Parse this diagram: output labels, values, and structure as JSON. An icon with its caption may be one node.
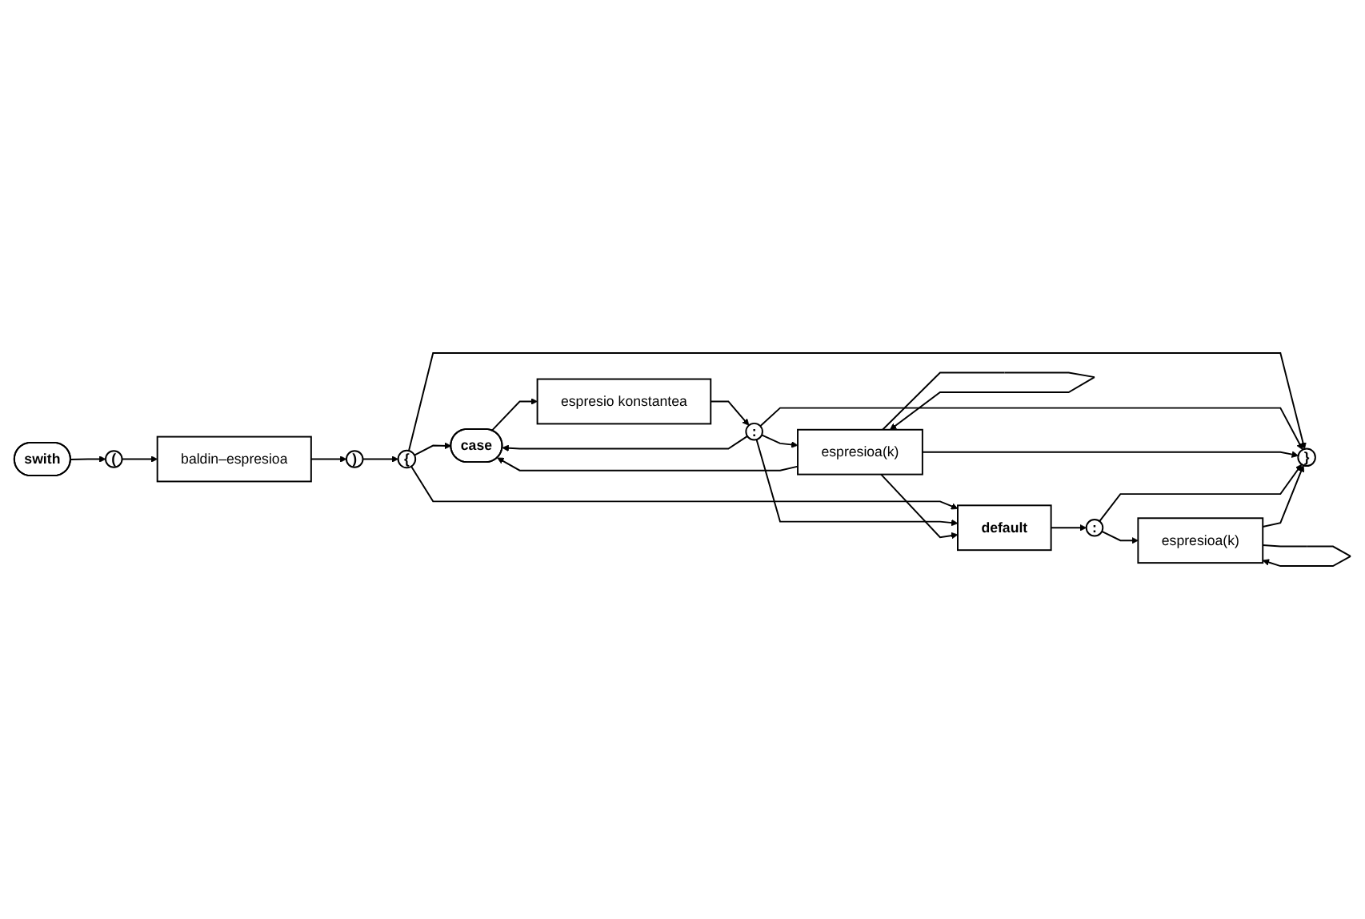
{
  "diagram": {
    "nodes": [
      {
        "text": [
          "swith"
        ]
      },
      {
        "text": [
          "("
        ]
      },
      {
        "text": [
          "baldin–espresioa"
        ]
      },
      {
        "text": [
          ")"
        ]
      },
      {
        "text": [
          "{"
        ]
      },
      {
        "text": [
          "case"
        ]
      },
      {
        "text": [
          "espresio konstantea"
        ]
      },
      {
        "text": [
          ":"
        ]
      },
      {
        "text": [
          "espresioa(k)"
        ]
      },
      {
        "text": [
          "default"
        ]
      },
      {
        "text": [
          ":"
        ]
      },
      {
        "text": [
          "espresioa(k)"
        ]
      },
      {
        "text": [
          "}"
        ]
      }
    ],
    "edges": [
      {
        "from": 0,
        "to": 1,
        "arrow": "to"
      },
      {
        "from": 1,
        "to": 2,
        "arrow": "to"
      },
      {
        "from": 2,
        "to": 3,
        "arrow": "to"
      },
      {
        "from": 3,
        "to": 4,
        "arrow": "to"
      },
      {
        "from": 4,
        "to": 5,
        "arrow": "to"
      },
      {
        "from": 4,
        "to": 9,
        "arrow": "to"
      },
      {
        "from": 4,
        "to": 12,
        "arrow": "to"
      },
      {
        "from": 5,
        "to": 6,
        "arrow": "to"
      },
      {
        "from": 6,
        "to": 7,
        "arrow": "to"
      },
      {
        "from": 7,
        "to": 8,
        "arrow": "to"
      },
      {
        "from": 8,
        "to": 8,
        "arrow": "to"
      },
      {
        "from": 7,
        "to": 5,
        "arrow": "to"
      },
      {
        "from": 7,
        "to": 9,
        "arrow": "to"
      },
      {
        "from": 7,
        "to": 12,
        "arrow": "to"
      },
      {
        "from": 8,
        "to": 5,
        "arrow": "to"
      },
      {
        "from": 8,
        "to": 9,
        "arrow": "to"
      },
      {
        "from": 8,
        "to": 12,
        "arrow": "to"
      },
      {
        "from": 9,
        "to": 10,
        "arrow": "to"
      },
      {
        "from": 10,
        "to": 11,
        "arrow": "to"
      },
      {
        "from": 11,
        "to": 11,
        "arrow": "to"
      },
      {
        "from": 10,
        "to": 12,
        "arrow": "to"
      },
      {
        "from": 11,
        "to": 12,
        "arrow": "to"
      }
    ]
  }
}
